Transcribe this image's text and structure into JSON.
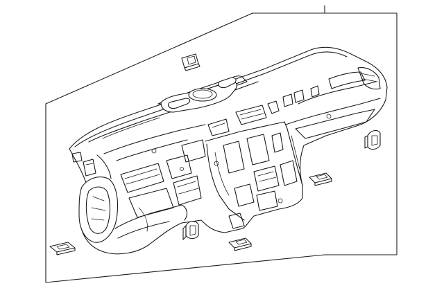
{
  "diagram": {
    "type": "exploded-parts-illustration",
    "subject": "instrument-panel-assembly",
    "colors": {
      "line": "#1a1a1a",
      "background": "#ffffff"
    },
    "callouts": [],
    "parts": [
      {
        "name": "instrument-panel",
        "icon": "dashboard-icon"
      },
      {
        "name": "upper-retainer-clip",
        "icon": "clip-icon"
      },
      {
        "name": "right-side-clip",
        "icon": "clip-icon"
      },
      {
        "name": "lower-left-clip",
        "icon": "clip-icon"
      },
      {
        "name": "lower-center-clip",
        "icon": "clip-icon"
      },
      {
        "name": "center-bracket-clip",
        "icon": "clip-icon"
      },
      {
        "name": "right-mid-clip",
        "icon": "clip-icon"
      }
    ]
  }
}
